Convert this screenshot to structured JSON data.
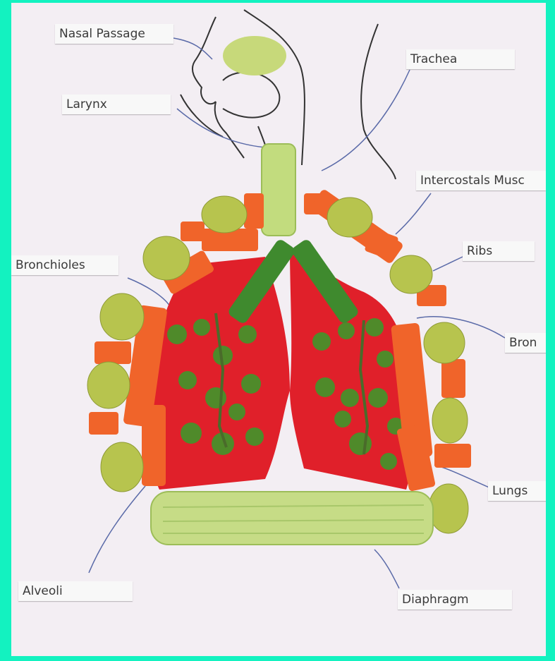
{
  "labels": {
    "nasal_passage": "Nasal Passage",
    "trachea": "Trachea",
    "larynx": "Larynx",
    "intercostals": "Intercostals Musc",
    "ribs": "Ribs",
    "bronchioles": "Bronchioles",
    "bronchi": "Bron",
    "lungs": "Lungs",
    "alveoli": "Alveoli",
    "diaphragm": "Diaphragm"
  },
  "colors": {
    "border": "#13f2c0",
    "paper": "#f3eef3",
    "lung": "#e0202a",
    "carrot": "#f0642a",
    "grape": "#b7c44e",
    "celery": "#b9d66c",
    "broccoli": "#4f8a2a"
  }
}
